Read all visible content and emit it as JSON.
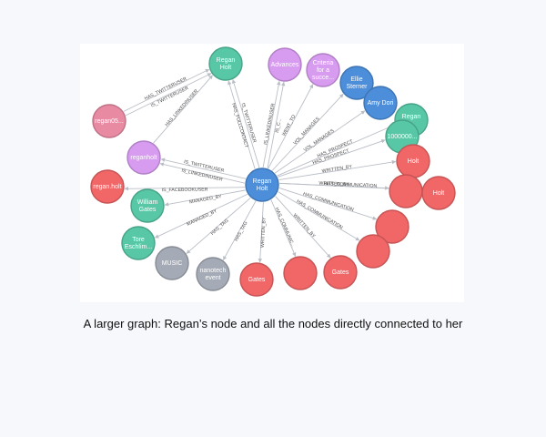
{
  "caption": "A larger graph: Regan’s node and all the nodes directly connected to her",
  "colors": {
    "person": "#4c8eda",
    "account": "#d79bf0",
    "tweet": "#f16667",
    "contact": "#e98aa3",
    "user": "#57c7a5",
    "tag": "#a5abb6"
  },
  "center": {
    "id": "center",
    "label": [
      "Regan",
      "Holt"
    ],
    "type": "person"
  },
  "nodes": [
    {
      "id": "n1",
      "label": [
        "Regan",
        "Holt"
      ],
      "type": "user"
    },
    {
      "id": "n2",
      "label": [
        "Advances"
      ],
      "type": "account"
    },
    {
      "id": "n3",
      "label": [
        "Criteria",
        "for a",
        "succe..."
      ],
      "type": "account"
    },
    {
      "id": "n4",
      "label": [
        "Ellie",
        "Sterner"
      ],
      "type": "person"
    },
    {
      "id": "n5",
      "label": [
        "Amy Dori"
      ],
      "type": "person"
    },
    {
      "id": "n6",
      "label": [
        "Regan",
        "..."
      ],
      "type": "user"
    },
    {
      "id": "n7",
      "label": [
        "1000000..."
      ],
      "type": "user"
    },
    {
      "id": "n8",
      "label": [
        "Holt"
      ],
      "type": "tweet"
    },
    {
      "id": "n9",
      "label": [],
      "type": "tweet"
    },
    {
      "id": "n10",
      "label": [
        "Holt"
      ],
      "type": "tweet"
    },
    {
      "id": "n11",
      "label": [],
      "type": "tweet"
    },
    {
      "id": "n12",
      "label": [],
      "type": "tweet"
    },
    {
      "id": "n13",
      "label": [
        "Gates"
      ],
      "type": "tweet"
    },
    {
      "id": "n14",
      "label": [],
      "type": "tweet"
    },
    {
      "id": "n15",
      "label": [
        "Gates"
      ],
      "type": "tweet"
    },
    {
      "id": "n16",
      "label": [
        "nanotech",
        "event"
      ],
      "type": "tag"
    },
    {
      "id": "n17",
      "label": [
        "MUSIC"
      ],
      "type": "tag"
    },
    {
      "id": "n18",
      "label": [
        "Tore",
        "Eschlim..."
      ],
      "type": "user"
    },
    {
      "id": "n19",
      "label": [
        "William",
        "Gates"
      ],
      "type": "user"
    },
    {
      "id": "n20",
      "label": [
        "regan.holt"
      ],
      "type": "tweet"
    },
    {
      "id": "n21",
      "label": [
        "reganholt"
      ],
      "type": "account"
    },
    {
      "id": "n22",
      "label": [
        "regan05..."
      ],
      "type": "contact"
    }
  ],
  "edges": [
    {
      "to": "n1",
      "label": "HAS_FULLCONTACT"
    },
    {
      "to": "n1",
      "label": "IS_TWITTERUSER"
    },
    {
      "to": "n2",
      "label": "IS_LINKEDINUSER"
    },
    {
      "to": "n2",
      "label": "IS_C..."
    },
    {
      "to": "n3",
      "label": "WENT_TO"
    },
    {
      "to": "n4",
      "label": "VOL_MANAGES"
    },
    {
      "to": "n5",
      "label": "VOL_MANAGES"
    },
    {
      "to": "n6",
      "label": "HAS_PROSPECT"
    },
    {
      "to": "n7",
      "label": "HAS_PROSPECT"
    },
    {
      "to": "n8",
      "label": "WRITTEN_BY"
    },
    {
      "to": "n9",
      "label": "WRITTEN_BY"
    },
    {
      "to": "n10",
      "label": "HAS_COMMUNICATION"
    },
    {
      "to": "n11",
      "label": "HAS_COMMUNICATION"
    },
    {
      "to": "n12",
      "label": "HAS_COMMUNICATION"
    },
    {
      "to": "n13",
      "label": "WRITTEN_BY"
    },
    {
      "to": "n14",
      "label": "HAS_COMMUNIC..."
    },
    {
      "to": "n15",
      "label": "WRITTEN_BY"
    },
    {
      "to": "n16",
      "label": "HAS_TAG"
    },
    {
      "to": "n17",
      "label": "HAS_TAG"
    },
    {
      "to": "n18",
      "label": "MANAGED_BY"
    },
    {
      "to": "n19",
      "label": "MANAGED_BY"
    },
    {
      "to": "n20",
      "label": "IS_FACEBOOKUSER"
    },
    {
      "to": "n21",
      "label": "IS_LINKEDINUSER"
    },
    {
      "to": "n21",
      "label": "IS_TWITTERUSER"
    },
    {
      "from": "n22",
      "to": "n1",
      "label": "HAS_TWITTERUSER"
    },
    {
      "from": "n22",
      "to": "n1",
      "label": "IS_TWITTERUSER"
    },
    {
      "from": "n21",
      "to": "n1",
      "label": "HAS_LINKEDINUSER"
    }
  ]
}
